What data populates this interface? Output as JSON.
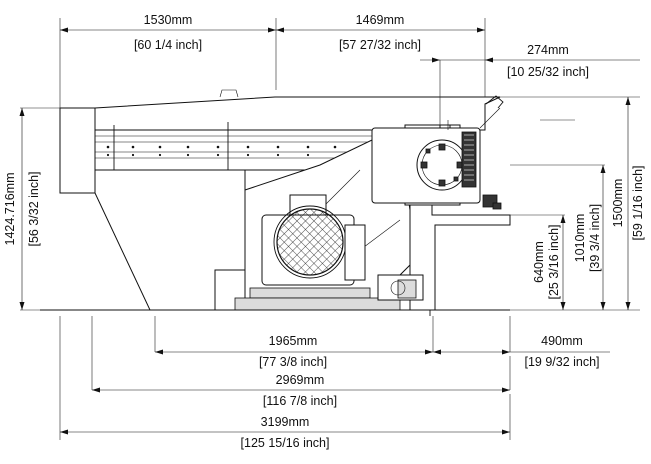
{
  "dimensions": {
    "top_left": {
      "mm": "1530mm",
      "inch": "[60 1/4 inch]"
    },
    "top_mid": {
      "mm": "1469mm",
      "inch": "[57 27/32 inch]"
    },
    "top_right": {
      "mm": "274mm",
      "inch": "[10 25/32 inch]"
    },
    "left_height": {
      "mm": "1424.716mm",
      "inch": "[56 3/32 inch]"
    },
    "right_640": {
      "mm": "640mm",
      "inch": "[25 3/16 inch]"
    },
    "right_1010": {
      "mm": "1010mm",
      "inch": "[39 3/4 inch]"
    },
    "right_1500": {
      "mm": "1500mm",
      "inch": "[59 1/16 inch]"
    },
    "bottom_1965": {
      "mm": "1965mm",
      "inch": "[77 3/8 inch]"
    },
    "bottom_490": {
      "mm": "490mm",
      "inch": "[19 9/32 inch]"
    },
    "bottom_2969": {
      "mm": "2969mm",
      "inch": "[116 7/8 inch]"
    },
    "bottom_3199": {
      "mm": "3199mm",
      "inch": "[125 15/16 inch]"
    }
  },
  "icons": [
    "motor-fan-icon",
    "gear-reducer-icon"
  ]
}
